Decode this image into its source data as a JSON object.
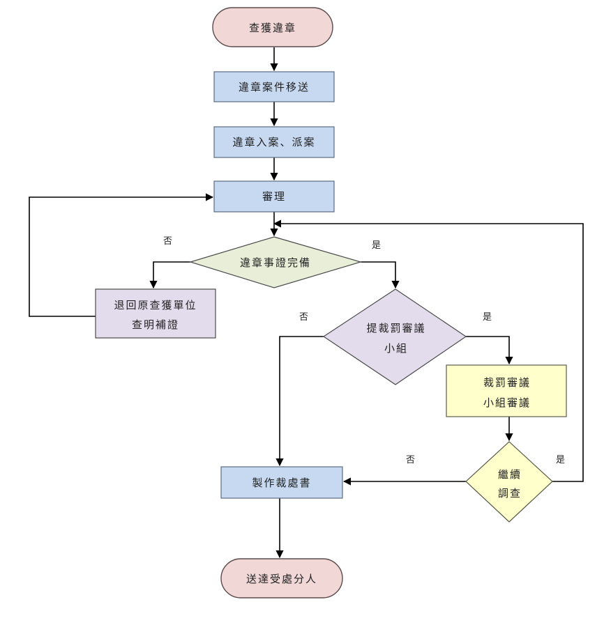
{
  "nodes": {
    "start": {
      "label": "查獲違章"
    },
    "transfer": {
      "label": "違章案件移送"
    },
    "register": {
      "label": "違章入案、派案"
    },
    "review": {
      "label": "審理"
    },
    "complete_check": {
      "label": "違章事證完備"
    },
    "return": {
      "line1": "退回原查獲單位",
      "line2": "查明補證"
    },
    "propose_committee": {
      "line1": "提裁罰審議",
      "line2": "小組"
    },
    "committee_review": {
      "line1": "裁罰審議",
      "line2": "小組審議"
    },
    "continue_check": {
      "line1": "繼續",
      "line2": "調查"
    },
    "make_decision": {
      "label": "製作裁處書"
    },
    "deliver": {
      "label": "送達受處分人"
    }
  },
  "edges": {
    "complete_no": "否",
    "complete_yes": "是",
    "propose_no": "否",
    "propose_yes": "是",
    "continue_no": "否",
    "continue_yes": "是"
  },
  "colors": {
    "terminal_fill": "#f2d7d7",
    "terminal_stroke": "#5a4a4a",
    "process_fill": "#c6d9f1",
    "process_stroke": "#5b6a80",
    "check_fill": "#e8eed8",
    "check_stroke": "#4a4a4a",
    "purple_fill": "#e3dcec",
    "purple_stroke": "#4a4a4a",
    "yellow_fill": "#ffffcc",
    "yellow_stroke": "#5a5a4a"
  }
}
